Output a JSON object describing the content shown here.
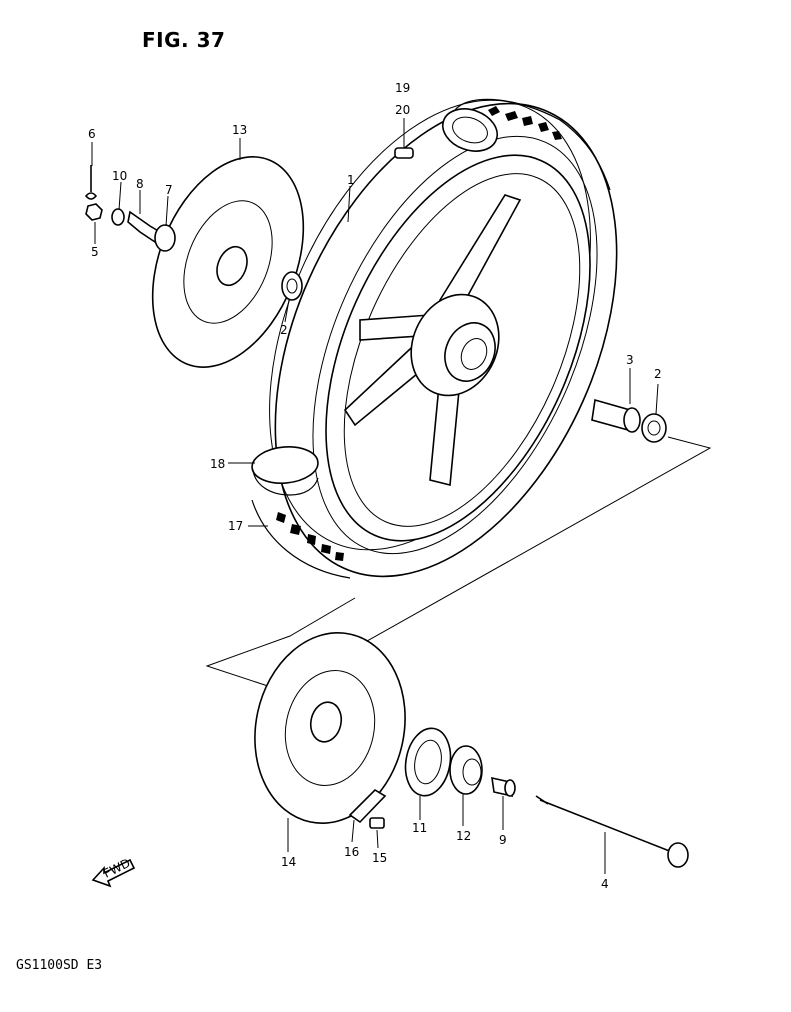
{
  "figure": {
    "title": "FIG. 37",
    "model_code": "GS1100SD E3",
    "fwd_label": "FWD"
  },
  "callouts": [
    {
      "id": "c19",
      "label": "19"
    },
    {
      "id": "c20",
      "label": "20"
    },
    {
      "id": "c6",
      "label": "6"
    },
    {
      "id": "c13",
      "label": "13"
    },
    {
      "id": "c10",
      "label": "10"
    },
    {
      "id": "c8",
      "label": "8"
    },
    {
      "id": "c7",
      "label": "7"
    },
    {
      "id": "c5",
      "label": "5"
    },
    {
      "id": "c1",
      "label": "1"
    },
    {
      "id": "c2a",
      "label": "2"
    },
    {
      "id": "c3",
      "label": "3"
    },
    {
      "id": "c2b",
      "label": "2"
    },
    {
      "id": "c18",
      "label": "18"
    },
    {
      "id": "c17",
      "label": "17"
    },
    {
      "id": "c11",
      "label": "11"
    },
    {
      "id": "c12",
      "label": "12"
    },
    {
      "id": "c9",
      "label": "9"
    },
    {
      "id": "c14",
      "label": "14"
    },
    {
      "id": "c16",
      "label": "16"
    },
    {
      "id": "c15",
      "label": "15"
    },
    {
      "id": "c4",
      "label": "4"
    }
  ],
  "colors": {
    "ink": "#000000",
    "paper": "#ffffff"
  }
}
